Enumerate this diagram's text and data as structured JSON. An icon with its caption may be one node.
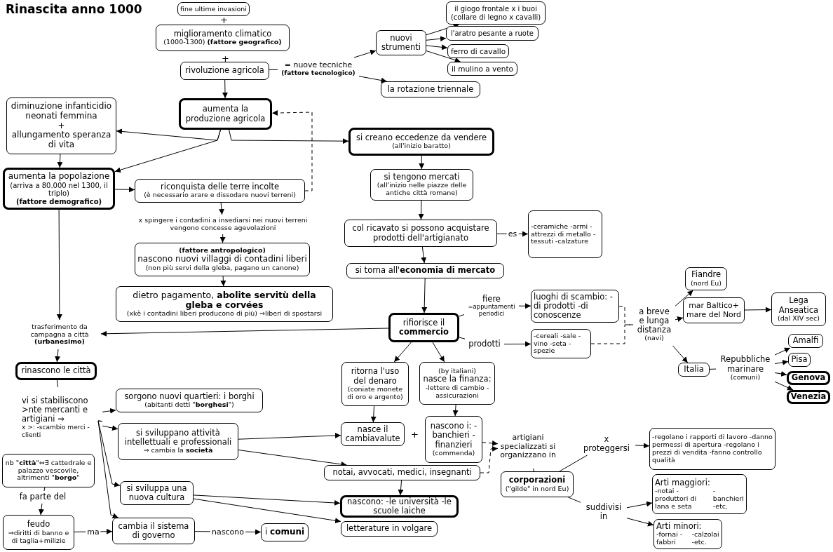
{
  "diagram": {
    "title": "Rinascita anno 1000",
    "nodes": [
      {
        "text": [
          "fine ultime invasioni"
        ]
      },
      {
        "text": [
          "miglioramento climatico",
          "(1000-1300) **(fattore geografico)**"
        ]
      },
      {
        "text": [
          "rivoluzione agricola"
        ]
      },
      {
        "text": [
          "= nuove tecniche",
          "(fattore tecnologico)"
        ]
      },
      {
        "text": [
          "nuovi strumenti"
        ]
      },
      {
        "text": [
          "il giogo frontale x i buoi (collare di legno x cavalli)"
        ]
      },
      {
        "text": [
          "l'aratro pesante a ruote"
        ]
      },
      {
        "text": [
          "ferro di cavallo"
        ]
      },
      {
        "text": [
          "il mulino a vento"
        ]
      },
      {
        "text": [
          "la rotazione triennale"
        ]
      },
      {
        "text": [
          "aumenta la produzione agricola"
        ]
      },
      {
        "text": [
          "diminuzione infanticidio neonati femmina",
          "+",
          "allungamento speranza di vita"
        ]
      },
      {
        "text": [
          "aumenta la popolazione",
          "(arriva a 80.000 nel 1300, il triplo)",
          "(fattore demografico)"
        ]
      },
      {
        "text": [
          "riconquista delle terre incolte",
          "(è necessario arare e dissodare nuovi terreni)"
        ]
      },
      {
        "text": [
          "si creano eccedenze da vendere",
          "(all'inizio baratto)"
        ]
      },
      {
        "text": [
          "si tengono mercati",
          "(all'inizio nelle piazze delle antiche città romane)"
        ]
      },
      {
        "text": [
          "col ricavato si possono acquistare prodotti dell'artigianato"
        ]
      },
      {
        "text": [
          "-ceramiche -armi -attrezzi di metallo -tessuti -calzature"
        ]
      },
      {
        "text": [
          "si torna all'**economia di mercato**"
        ]
      },
      {
        "text": [
          "rifiorisce il **commercio**"
        ]
      },
      {
        "text": [
          "x spingere i contadini a insediarsi nei nuovi terreni vengono concesse agevolazioni"
        ]
      },
      {
        "text": [
          "(fattore antropologico)",
          "nascono nuovi villaggi di contadini liberi",
          "(non più servi della gleba, pagano un canone)"
        ]
      },
      {
        "text": [
          "dietro pagamento, **abolite servitù della gleba e corvées**",
          "(xkè i contadini liberi producono di più) ⇒liberi di spostarsi"
        ]
      },
      {
        "text": [
          "trasferimento da campagna a città **(urbanesimo)**"
        ]
      },
      {
        "text": [
          "rinascono le città"
        ]
      },
      {
        "text": [
          "vi si stabiliscono >nte mercanti e artigiani ⇒",
          "x >: -scambio merci -clienti"
        ]
      },
      {
        "text": [
          "sorgono nuovi quartieri: i borghi",
          "(abitanti detti \"**borghesi**\")"
        ]
      },
      {
        "text": [
          "si sviluppano attività intellettuali e professionali",
          "⇒ cambia la **società**"
        ]
      },
      {
        "text": [
          "si sviluppa una nuova cultura"
        ]
      },
      {
        "text": [
          "cambia il sistema di governo"
        ]
      },
      {
        "text": [
          "nb \"**città**\"⇔∃ cattedrale e palazzo vescovile, altrimenti \"**borgo**\""
        ]
      },
      {
        "text": [
          "fa parte del"
        ]
      },
      {
        "text": [
          "feudo",
          "⇒diritti di banno e di taglia+milizie"
        ]
      },
      {
        "text": [
          "i **comuni**"
        ]
      },
      {
        "text": [
          "fiere",
          "=appuntamenti periodici"
        ]
      },
      {
        "text": [
          "prodotti"
        ]
      },
      {
        "text": [
          "luoghi di scambio: -di prodotti -di conoscenze"
        ]
      },
      {
        "text": [
          "-cereali -sale -vino -seta -spezie"
        ]
      },
      {
        "text": [
          "a breve e lunga distanza",
          "(navi)"
        ]
      },
      {
        "text": [
          "Fiandre",
          "(nord Eu)"
        ]
      },
      {
        "text": [
          "mar Baltico+ mare del Nord"
        ]
      },
      {
        "text": [
          "Lega Anseatica",
          "(dal XIV sec)"
        ]
      },
      {
        "text": [
          "Italia"
        ]
      },
      {
        "text": [
          "Repubbliche marinare",
          "(comuni)"
        ]
      },
      {
        "text": [
          "Amalfi"
        ]
      },
      {
        "text": [
          "Pisa"
        ]
      },
      {
        "text": [
          "Genova"
        ]
      },
      {
        "text": [
          "Venezia"
        ]
      },
      {
        "text": [
          "ritorna l'uso del denaro",
          "(coniate monete di oro e argento)"
        ]
      },
      {
        "text": [
          "(by italiani)",
          "nasce la finanza:",
          "-lettere di cambio -assicurazioni"
        ]
      },
      {
        "text": [
          "nasce il cambiavalute"
        ]
      },
      {
        "text": [
          "nascono i: -banchieri -finanzieri",
          "(commenda)"
        ]
      },
      {
        "text": [
          "notai, avvocati, medici, insegnanti"
        ]
      },
      {
        "text": [
          "nascono: -le università -le scuole laiche"
        ]
      },
      {
        "text": [
          "letterature in volgare"
        ]
      },
      {
        "text": [
          "artigiani specializzati si organizzano in"
        ]
      },
      {
        "text": [
          "corporazioni",
          "(\"gilde\" in nord Eu)"
        ]
      },
      {
        "text": [
          "x proteggersi"
        ]
      },
      {
        "text": [
          "-regolano i rapporti di lavoro -danno permessi di apertura -regolano i prezzi di vendita -fanno controllo qualità"
        ]
      },
      {
        "text": [
          "suddivisi in"
        ]
      },
      {
        "text": [
          "Arti maggiori:",
          "-notai -produttori di lana e seta",
          "-banchieri -etc."
        ]
      },
      {
        "text": [
          "Arti minori:",
          "-fornai -fabbri",
          "-calzolai -etc."
        ]
      }
    ],
    "edges": [
      {
        "from": 2,
        "to": 3,
        "arrow": "none"
      },
      {
        "from": 3,
        "to": 4,
        "arrow": "to"
      },
      {
        "from": 3,
        "to": 9,
        "arrow": "to"
      },
      {
        "from": 4,
        "to": 5,
        "arrow": "to"
      },
      {
        "from": 4,
        "to": 6,
        "arrow": "to"
      },
      {
        "from": 4,
        "to": 7,
        "arrow": "to"
      },
      {
        "from": 4,
        "to": 8,
        "arrow": "to"
      },
      {
        "from": 2,
        "to": 10,
        "arrow": "to"
      },
      {
        "from": 10,
        "to": 11,
        "arrow": "to"
      },
      {
        "from": 10,
        "to": 12,
        "arrow": "to"
      },
      {
        "from": 10,
        "to": 14,
        "arrow": "to"
      },
      {
        "from": 11,
        "to": 12,
        "arrow": "to"
      },
      {
        "from": 12,
        "to": 13,
        "arrow": "to"
      },
      {
        "from": 13,
        "to": 10,
        "arrow": "to",
        "style": "dashed"
      },
      {
        "from": 13,
        "to": 20,
        "arrow": "to"
      },
      {
        "from": 20,
        "to": 21,
        "arrow": "to"
      },
      {
        "from": 21,
        "to": 22,
        "arrow": "to"
      },
      {
        "from": 12,
        "to": 23,
        "arrow": "to"
      },
      {
        "from": 14,
        "to": 15,
        "arrow": "to"
      },
      {
        "from": 15,
        "to": 16,
        "arrow": "to"
      },
      {
        "from": 16,
        "to": 17,
        "arrow": "to",
        "label": "es"
      },
      {
        "from": 16,
        "to": 18,
        "arrow": "to"
      },
      {
        "from": 18,
        "to": 19,
        "arrow": "to"
      },
      {
        "from": 19,
        "to": 23,
        "arrow": "to"
      },
      {
        "from": 23,
        "to": 24,
        "arrow": "to"
      },
      {
        "from": 24,
        "to": 25,
        "arrow": "none"
      },
      {
        "from": 25,
        "to": 26,
        "arrow": "to"
      },
      {
        "from": 25,
        "to": 27,
        "arrow": "to"
      },
      {
        "from": 25,
        "to": 28,
        "arrow": "to"
      },
      {
        "from": 25,
        "to": 29,
        "arrow": "to"
      },
      {
        "from": 30,
        "to": 31,
        "arrow": "none"
      },
      {
        "from": 31,
        "to": 32,
        "arrow": "to"
      },
      {
        "from": 32,
        "to": 29,
        "arrow": "to",
        "label": "ma"
      },
      {
        "from": 29,
        "to": 33,
        "arrow": "to",
        "label": "nascono"
      },
      {
        "from": 19,
        "to": 34,
        "arrow": "none"
      },
      {
        "from": 19,
        "to": 35,
        "arrow": "none"
      },
      {
        "from": 34,
        "to": 36,
        "arrow": "to"
      },
      {
        "from": 35,
        "to": 37,
        "arrow": "to"
      },
      {
        "from": 36,
        "to": 38,
        "arrow": "none",
        "style": "dashed"
      },
      {
        "from": 37,
        "to": 38,
        "arrow": "none",
        "style": "dashed"
      },
      {
        "from": 38,
        "to": 39,
        "arrow": "to"
      },
      {
        "from": 38,
        "to": 40,
        "arrow": "to"
      },
      {
        "from": 40,
        "to": 41,
        "arrow": "to"
      },
      {
        "from": 38,
        "to": 42,
        "arrow": "to"
      },
      {
        "from": 42,
        "to": 43,
        "arrow": "none"
      },
      {
        "from": 43,
        "to": 44,
        "arrow": "to"
      },
      {
        "from": 43,
        "to": 45,
        "arrow": "to"
      },
      {
        "from": 43,
        "to": 46,
        "arrow": "to"
      },
      {
        "from": 43,
        "to": 47,
        "arrow": "to"
      },
      {
        "from": 19,
        "to": 48,
        "arrow": "to"
      },
      {
        "from": 19,
        "to": 49,
        "arrow": "to"
      },
      {
        "from": 48,
        "to": 50,
        "arrow": "to"
      },
      {
        "from": 49,
        "to": 51,
        "arrow": "to"
      },
      {
        "from": 27,
        "to": 50,
        "arrow": "to"
      },
      {
        "from": 27,
        "to": 52,
        "arrow": "to"
      },
      {
        "from": 52,
        "to": 53,
        "arrow": "to"
      },
      {
        "from": 28,
        "to": 53,
        "arrow": "to"
      },
      {
        "from": 28,
        "to": 54,
        "arrow": "to"
      },
      {
        "from": 51,
        "to": 55,
        "arrow": "to",
        "style": "dashed"
      },
      {
        "from": 52,
        "to": 55,
        "arrow": "to",
        "style": "dashed"
      },
      {
        "from": 55,
        "to": 56,
        "arrow": "none"
      },
      {
        "from": 56,
        "to": 57,
        "arrow": "none"
      },
      {
        "from": 57,
        "to": 58,
        "arrow": "to"
      },
      {
        "from": 56,
        "to": 59,
        "arrow": "none"
      },
      {
        "from": 59,
        "to": 60,
        "arrow": "to"
      },
      {
        "from": 59,
        "to": 61,
        "arrow": "to"
      }
    ],
    "labels": [
      "+",
      "+",
      "+"
    ]
  }
}
